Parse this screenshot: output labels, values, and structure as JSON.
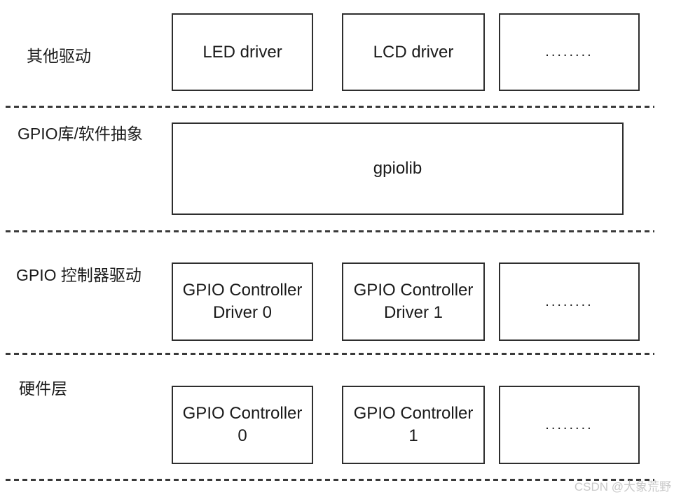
{
  "layers": [
    {
      "label": "其他驱动",
      "boxes": [
        {
          "text": "LED driver"
        },
        {
          "text": "LCD driver"
        },
        {
          "text": "........"
        }
      ]
    },
    {
      "label": "GPIO库/软件抽象",
      "boxes": [
        {
          "text": "gpiolib"
        }
      ]
    },
    {
      "label": "GPIO 控制器驱动",
      "boxes": [
        {
          "text": "GPIO Controller\nDriver 0"
        },
        {
          "text": "GPIO Controller\nDriver 1"
        },
        {
          "text": "........"
        }
      ]
    },
    {
      "label": "硬件层",
      "boxes": [
        {
          "text": "GPIO Controller\n0"
        },
        {
          "text": "GPIO Controller\n1"
        },
        {
          "text": "........"
        }
      ]
    }
  ],
  "watermark": "CSDN @大象荒野",
  "colors": {
    "background": "#ffffff",
    "box_border": "#2e2e2e",
    "dash_line": "#3a3a3a",
    "text": "#1a1a1a",
    "watermark": "#c9c9c9"
  }
}
